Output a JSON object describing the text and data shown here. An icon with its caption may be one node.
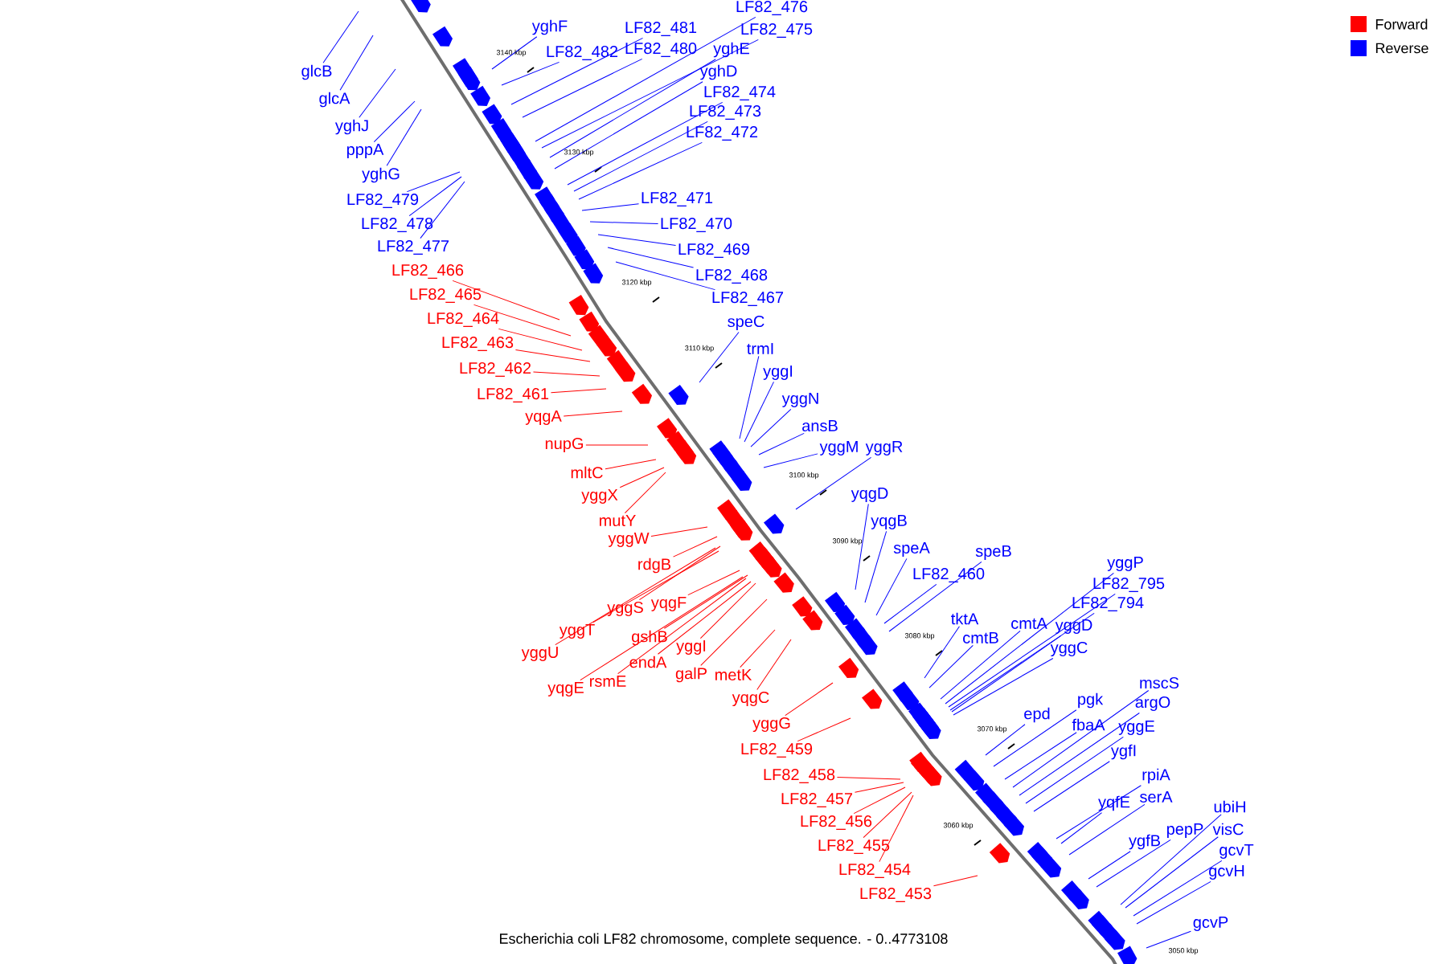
{
  "diagram": {
    "caption": "Escherichia coli LF82 chromosome, complete sequence. - 0..4773108",
    "nodes": [
      {
        "text": [
          "glcB"
        ]
      },
      {
        "text": [
          "glcA"
        ]
      },
      {
        "text": [
          "yghJ"
        ]
      },
      {
        "text": [
          "pppA"
        ]
      },
      {
        "text": [
          "yghG"
        ]
      },
      {
        "text": [
          "LF82_479"
        ]
      },
      {
        "text": [
          "LF82_478"
        ]
      },
      {
        "text": [
          "LF82_477"
        ]
      },
      {
        "text": [
          "yghF"
        ]
      },
      {
        "text": [
          "LF82_482"
        ]
      },
      {
        "text": [
          "LF82_481"
        ]
      },
      {
        "text": [
          "LF82_480"
        ]
      },
      {
        "text": [
          "LF82_476"
        ]
      },
      {
        "text": [
          "LF82_475"
        ]
      },
      {
        "text": [
          "yghE"
        ]
      },
      {
        "text": [
          "yghD"
        ]
      },
      {
        "text": [
          "LF82_474"
        ]
      },
      {
        "text": [
          "LF82_473"
        ]
      },
      {
        "text": [
          "LF82_472"
        ]
      },
      {
        "text": [
          "LF82_471"
        ]
      },
      {
        "text": [
          "LF82_470"
        ]
      },
      {
        "text": [
          "LF82_469"
        ]
      },
      {
        "text": [
          "LF82_468"
        ]
      },
      {
        "text": [
          "LF82_467"
        ]
      },
      {
        "text": [
          "LF82_466"
        ]
      },
      {
        "text": [
          "LF82_465"
        ]
      },
      {
        "text": [
          "LF82_464"
        ]
      },
      {
        "text": [
          "LF82_463"
        ]
      },
      {
        "text": [
          "LF82_462"
        ]
      },
      {
        "text": [
          "LF82_461"
        ]
      },
      {
        "text": [
          "yqgA"
        ]
      },
      {
        "text": [
          "nupG"
        ]
      },
      {
        "text": [
          "mltC"
        ]
      },
      {
        "text": [
          "yggX"
        ]
      },
      {
        "text": [
          "mutY"
        ]
      },
      {
        "text": [
          "yggW"
        ]
      },
      {
        "text": [
          "rdgB"
        ]
      },
      {
        "text": [
          "yggS"
        ]
      },
      {
        "text": [
          "yqgF"
        ]
      },
      {
        "text": [
          "yggT"
        ]
      },
      {
        "text": [
          "yggU"
        ]
      },
      {
        "text": [
          "gshB"
        ]
      },
      {
        "text": [
          "yqgE"
        ]
      },
      {
        "text": [
          "endA"
        ]
      },
      {
        "text": [
          "yggI"
        ]
      },
      {
        "text": [
          "rsmE"
        ]
      },
      {
        "text": [
          "galP"
        ]
      },
      {
        "text": [
          "metK"
        ]
      },
      {
        "text": [
          "yqgC"
        ]
      },
      {
        "text": [
          "yggG"
        ]
      },
      {
        "text": [
          "LF82_459"
        ]
      },
      {
        "text": [
          "LF82_458"
        ]
      },
      {
        "text": [
          "LF82_457"
        ]
      },
      {
        "text": [
          "LF82_456"
        ]
      },
      {
        "text": [
          "LF82_455"
        ]
      },
      {
        "text": [
          "LF82_454"
        ]
      },
      {
        "text": [
          "LF82_453"
        ]
      },
      {
        "text": [
          "speC"
        ]
      },
      {
        "text": [
          "trmI"
        ]
      },
      {
        "text": [
          "yggI"
        ]
      },
      {
        "text": [
          "yggN"
        ]
      },
      {
        "text": [
          "ansB"
        ]
      },
      {
        "text": [
          "yggM"
        ]
      },
      {
        "text": [
          "yggR"
        ]
      },
      {
        "text": [
          "yqgD"
        ]
      },
      {
        "text": [
          "yqgB"
        ]
      },
      {
        "text": [
          "speA"
        ]
      },
      {
        "text": [
          "LF82_460"
        ]
      },
      {
        "text": [
          "speB"
        ]
      },
      {
        "text": [
          "tktA"
        ]
      },
      {
        "text": [
          "cmtB"
        ]
      },
      {
        "text": [
          "cmtA"
        ]
      },
      {
        "text": [
          "yggP"
        ]
      },
      {
        "text": [
          "LF82_795"
        ]
      },
      {
        "text": [
          "LF82_794"
        ]
      },
      {
        "text": [
          "yggD"
        ]
      },
      {
        "text": [
          "yggC"
        ]
      },
      {
        "text": [
          "epd"
        ]
      },
      {
        "text": [
          "pgk"
        ]
      },
      {
        "text": [
          "fbaA"
        ]
      },
      {
        "text": [
          "mscS"
        ]
      },
      {
        "text": [
          "argO"
        ]
      },
      {
        "text": [
          "yggE"
        ]
      },
      {
        "text": [
          "ygfI"
        ]
      },
      {
        "text": [
          "rpiA"
        ]
      },
      {
        "text": [
          "yqfE"
        ]
      },
      {
        "text": [
          "serA"
        ]
      },
      {
        "text": [
          "ygfB"
        ]
      },
      {
        "text": [
          "pepP"
        ]
      },
      {
        "text": [
          "ubiH"
        ]
      },
      {
        "text": [
          "visC"
        ]
      },
      {
        "text": [
          "gcvT"
        ]
      },
      {
        "text": [
          "gcvH"
        ]
      },
      {
        "text": [
          "gcvP"
        ]
      }
    ],
    "edges": [
      {
        "from": 0,
        "to": null,
        "arrow": "none"
      },
      {
        "from": 1,
        "to": null,
        "arrow": "none"
      },
      {
        "from": 2,
        "to": null,
        "arrow": "none"
      },
      {
        "from": 3,
        "to": null,
        "arrow": "none"
      },
      {
        "from": 4,
        "to": null,
        "arrow": "none"
      },
      {
        "from": 5,
        "to": null,
        "arrow": "none"
      },
      {
        "from": 6,
        "to": null,
        "arrow": "none"
      },
      {
        "from": 7,
        "to": null,
        "arrow": "none"
      },
      {
        "from": 8,
        "to": null,
        "arrow": "none"
      },
      {
        "from": 9,
        "to": null,
        "arrow": "none"
      },
      {
        "from": 10,
        "to": null,
        "arrow": "none"
      },
      {
        "from": 11,
        "to": null,
        "arrow": "none"
      },
      {
        "from": 12,
        "to": null,
        "arrow": "none"
      },
      {
        "from": 13,
        "to": null,
        "arrow": "none"
      },
      {
        "from": 14,
        "to": null,
        "arrow": "none"
      },
      {
        "from": 15,
        "to": null,
        "arrow": "none"
      },
      {
        "from": 16,
        "to": null,
        "arrow": "none"
      },
      {
        "from": 17,
        "to": null,
        "arrow": "none"
      },
      {
        "from": 18,
        "to": null,
        "arrow": "none"
      },
      {
        "from": 19,
        "to": null,
        "arrow": "none"
      },
      {
        "from": 20,
        "to": null,
        "arrow": "none"
      },
      {
        "from": 21,
        "to": null,
        "arrow": "none"
      },
      {
        "from": 22,
        "to": null,
        "arrow": "none"
      },
      {
        "from": 23,
        "to": null,
        "arrow": "none"
      },
      {
        "from": 24,
        "to": null,
        "arrow": "none",
        "color": "#ff0000"
      },
      {
        "from": 25,
        "to": null,
        "arrow": "none",
        "color": "#ff0000"
      },
      {
        "from": 26,
        "to": null,
        "arrow": "none",
        "color": "#ff0000"
      },
      {
        "from": 27,
        "to": null,
        "arrow": "none",
        "color": "#ff0000"
      },
      {
        "from": 28,
        "to": null,
        "arrow": "none",
        "color": "#ff0000"
      },
      {
        "from": 29,
        "to": null,
        "arrow": "none",
        "color": "#ff0000"
      },
      {
        "from": 30,
        "to": null,
        "arrow": "none",
        "color": "#ff0000"
      },
      {
        "from": 31,
        "to": null,
        "arrow": "none",
        "color": "#ff0000"
      },
      {
        "from": 32,
        "to": null,
        "arrow": "none",
        "color": "#ff0000"
      },
      {
        "from": 33,
        "to": null,
        "arrow": "none",
        "color": "#ff0000"
      },
      {
        "from": 34,
        "to": null,
        "arrow": "none",
        "color": "#ff0000"
      },
      {
        "from": 35,
        "to": null,
        "arrow": "none",
        "color": "#ff0000"
      },
      {
        "from": 36,
        "to": null,
        "arrow": "none",
        "color": "#ff0000"
      },
      {
        "from": 37,
        "to": null,
        "arrow": "none",
        "color": "#ff0000"
      },
      {
        "from": 38,
        "to": null,
        "arrow": "none",
        "color": "#ff0000"
      },
      {
        "from": 39,
        "to": null,
        "arrow": "none",
        "color": "#ff0000"
      },
      {
        "from": 40,
        "to": null,
        "arrow": "none",
        "color": "#ff0000"
      },
      {
        "from": 41,
        "to": null,
        "arrow": "none",
        "color": "#ff0000"
      },
      {
        "from": 42,
        "to": null,
        "arrow": "none",
        "color": "#ff0000"
      },
      {
        "from": 43,
        "to": null,
        "arrow": "none",
        "color": "#ff0000"
      },
      {
        "from": 44,
        "to": null,
        "arrow": "none",
        "color": "#ff0000"
      },
      {
        "from": 45,
        "to": null,
        "arrow": "none",
        "color": "#ff0000"
      },
      {
        "from": 46,
        "to": null,
        "arrow": "none",
        "color": "#ff0000"
      },
      {
        "from": 47,
        "to": null,
        "arrow": "none",
        "color": "#ff0000"
      },
      {
        "from": 48,
        "to": null,
        "arrow": "none",
        "color": "#ff0000"
      },
      {
        "from": 49,
        "to": null,
        "arrow": "none",
        "color": "#ff0000"
      },
      {
        "from": 50,
        "to": null,
        "arrow": "none",
        "color": "#ff0000"
      },
      {
        "from": 51,
        "to": null,
        "arrow": "none",
        "color": "#ff0000"
      },
      {
        "from": 52,
        "to": null,
        "arrow": "none",
        "color": "#ff0000"
      },
      {
        "from": 53,
        "to": null,
        "arrow": "none",
        "color": "#ff0000"
      },
      {
        "from": 54,
        "to": null,
        "arrow": "none",
        "color": "#ff0000"
      },
      {
        "from": 55,
        "to": null,
        "arrow": "none",
        "color": "#ff0000"
      },
      {
        "from": 56,
        "to": null,
        "arrow": "none",
        "color": "#ff0000"
      },
      {
        "from": 57,
        "to": null,
        "arrow": "none"
      },
      {
        "from": 58,
        "to": null,
        "arrow": "none"
      },
      {
        "from": 59,
        "to": null,
        "arrow": "none"
      },
      {
        "from": 60,
        "to": null,
        "arrow": "none"
      },
      {
        "from": 61,
        "to": null,
        "arrow": "none"
      },
      {
        "from": 62,
        "to": null,
        "arrow": "none"
      },
      {
        "from": 63,
        "to": null,
        "arrow": "none"
      },
      {
        "from": 64,
        "to": null,
        "arrow": "none"
      },
      {
        "from": 65,
        "to": null,
        "arrow": "none"
      },
      {
        "from": 66,
        "to": null,
        "arrow": "none"
      },
      {
        "from": 67,
        "to": null,
        "arrow": "none"
      },
      {
        "from": 68,
        "to": null,
        "arrow": "none"
      },
      {
        "from": 69,
        "to": null,
        "arrow": "none"
      },
      {
        "from": 70,
        "to": null,
        "arrow": "none"
      },
      {
        "from": 71,
        "to": null,
        "arrow": "none"
      },
      {
        "from": 72,
        "to": null,
        "arrow": "none"
      },
      {
        "from": 73,
        "to": null,
        "arrow": "none"
      },
      {
        "from": 74,
        "to": null,
        "arrow": "none"
      },
      {
        "from": 75,
        "to": null,
        "arrow": "none"
      },
      {
        "from": 76,
        "to": null,
        "arrow": "none"
      },
      {
        "from": 77,
        "to": null,
        "arrow": "none"
      },
      {
        "from": 78,
        "to": null,
        "arrow": "none"
      },
      {
        "from": 79,
        "to": null,
        "arrow": "none"
      },
      {
        "from": 80,
        "to": null,
        "arrow": "none"
      },
      {
        "from": 81,
        "to": null,
        "arrow": "none"
      },
      {
        "from": 82,
        "to": null,
        "arrow": "none"
      },
      {
        "from": 83,
        "to": null,
        "arrow": "none"
      },
      {
        "from": 84,
        "to": null,
        "arrow": "none"
      },
      {
        "from": 85,
        "to": null,
        "arrow": "none"
      },
      {
        "from": 86,
        "to": null,
        "arrow": "none"
      },
      {
        "from": 87,
        "to": null,
        "arrow": "none"
      },
      {
        "from": 88,
        "to": null,
        "arrow": "none"
      },
      {
        "from": 89,
        "to": null,
        "arrow": "none"
      },
      {
        "from": 90,
        "to": null,
        "arrow": "none"
      },
      {
        "from": 91,
        "to": null,
        "arrow": "none"
      },
      {
        "from": 92,
        "to": null,
        "arrow": "none"
      },
      {
        "from": 93,
        "to": null,
        "arrow": "none"
      }
    ],
    "labels": [
      "3140 kbp",
      "3130 kbp",
      "3120 kbp",
      "3110 kbp",
      "3100 kbp",
      "3090 kbp",
      "3080 kbp",
      "3070 kbp",
      "3060 kbp",
      "3050 kbp"
    ],
    "legend": [
      {
        "text": "Forward",
        "color": "#ff0000"
      },
      {
        "text": "Reverse",
        "color": "#0000ff"
      }
    ]
  }
}
